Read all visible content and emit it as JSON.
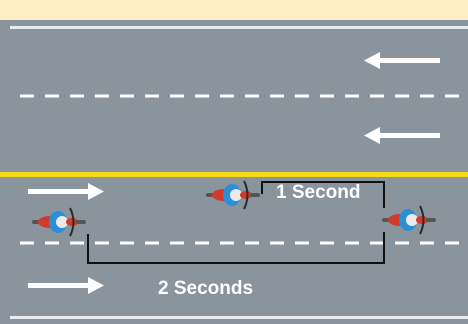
{
  "labels": {
    "one_second": "1 Second",
    "two_seconds": "2 Seconds"
  },
  "directions": {
    "upper_lanes": "left",
    "lower_lanes": "right"
  },
  "colors": {
    "top_band": "#fbeec2",
    "road": "#8a949c",
    "road_edge": "#e9edf1",
    "lane_marking": "#ffffff",
    "center_line": "#f2da1a",
    "bracket_line": "#111111",
    "rider_jacket": "#2a8fd6",
    "rider_helmet": "#eaeaea",
    "motorcycle_body": "#d23a2a",
    "label_text": "#ffffff"
  },
  "icons": [
    "arrow-left-icon",
    "arrow-right-icon",
    "motorcycle-icon"
  ]
}
